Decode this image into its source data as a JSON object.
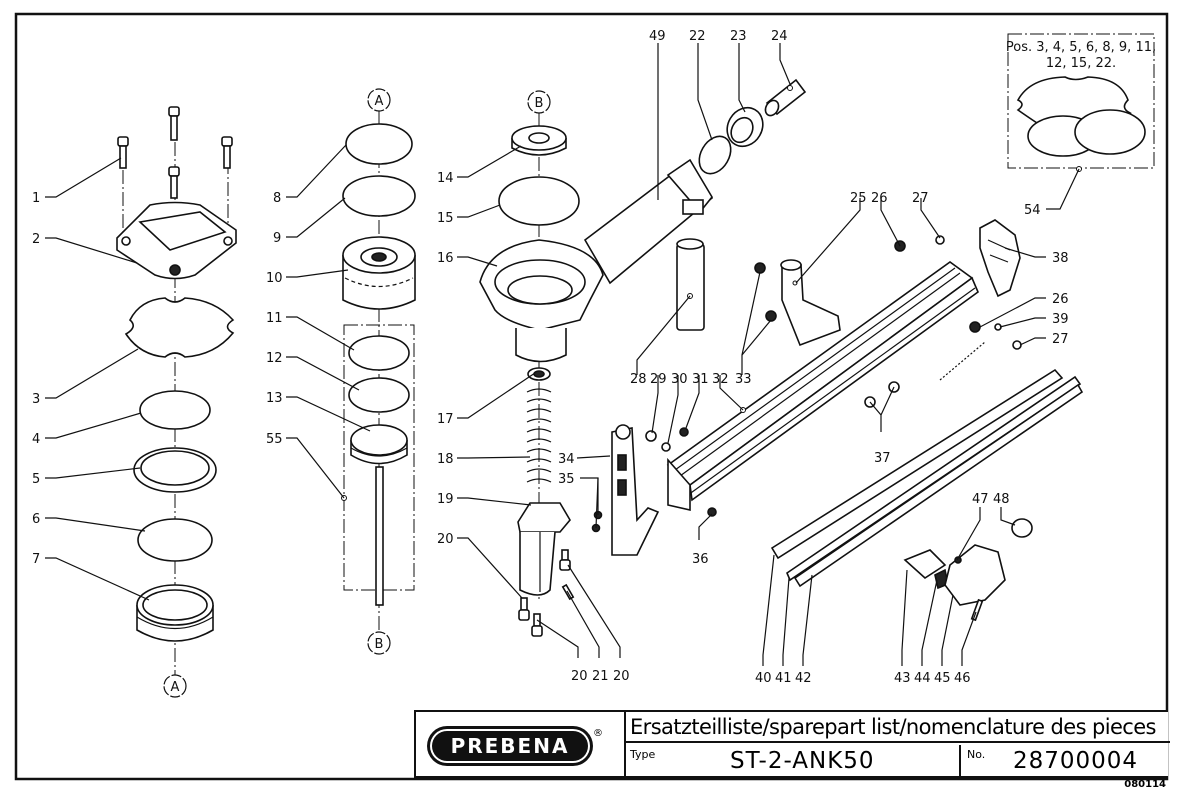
{
  "drawing": {
    "callouts": {
      "c1": "1",
      "c2": "2",
      "c3": "3",
      "c4": "4",
      "c5": "5",
      "c6": "6",
      "c7": "7",
      "c8": "8",
      "c9": "9",
      "c10": "10",
      "c11": "11",
      "c12": "12",
      "c13": "13",
      "c14": "14",
      "c15": "15",
      "c16": "16",
      "c17": "17",
      "c18": "18",
      "c19": "19",
      "c20a": "20",
      "c20b": "20",
      "c20c": "20",
      "c21": "21",
      "c22": "22",
      "c23": "23",
      "c24": "24",
      "c25": "25",
      "c26a": "26",
      "c26b": "26",
      "c27a": "27",
      "c27b": "27",
      "c28": "28",
      "c29": "29",
      "c30": "30",
      "c31": "31",
      "c32": "32",
      "c33": "33",
      "c34": "34",
      "c35": "35",
      "c36": "36",
      "c37": "37",
      "c38": "38",
      "c39": "39",
      "c40": "40",
      "c41": "41",
      "c42": "42",
      "c43": "43",
      "c44": "44",
      "c45": "45",
      "c46": "46",
      "c47": "47",
      "c48": "48",
      "c49": "49",
      "c54": "54",
      "c55": "55"
    },
    "connectors": {
      "a_top_left": "A",
      "a_top_mid": "A",
      "b_bottom_mid": "B",
      "b_top_center": "B"
    },
    "kit_box": {
      "line1": "Pos. 3, 4, 5, 6, 8, 9, 11,",
      "line2": "12, 15, 22."
    }
  },
  "title_block": {
    "brand": "PREBENA",
    "registered_mark": "®",
    "title": "Ersatzteilliste/sparepart list/nomenclature des pieces",
    "type_caption": "Type",
    "type_value": "ST-2-ANK50",
    "no_caption": "No.",
    "no_value": "28700004"
  },
  "document_code": "080114"
}
